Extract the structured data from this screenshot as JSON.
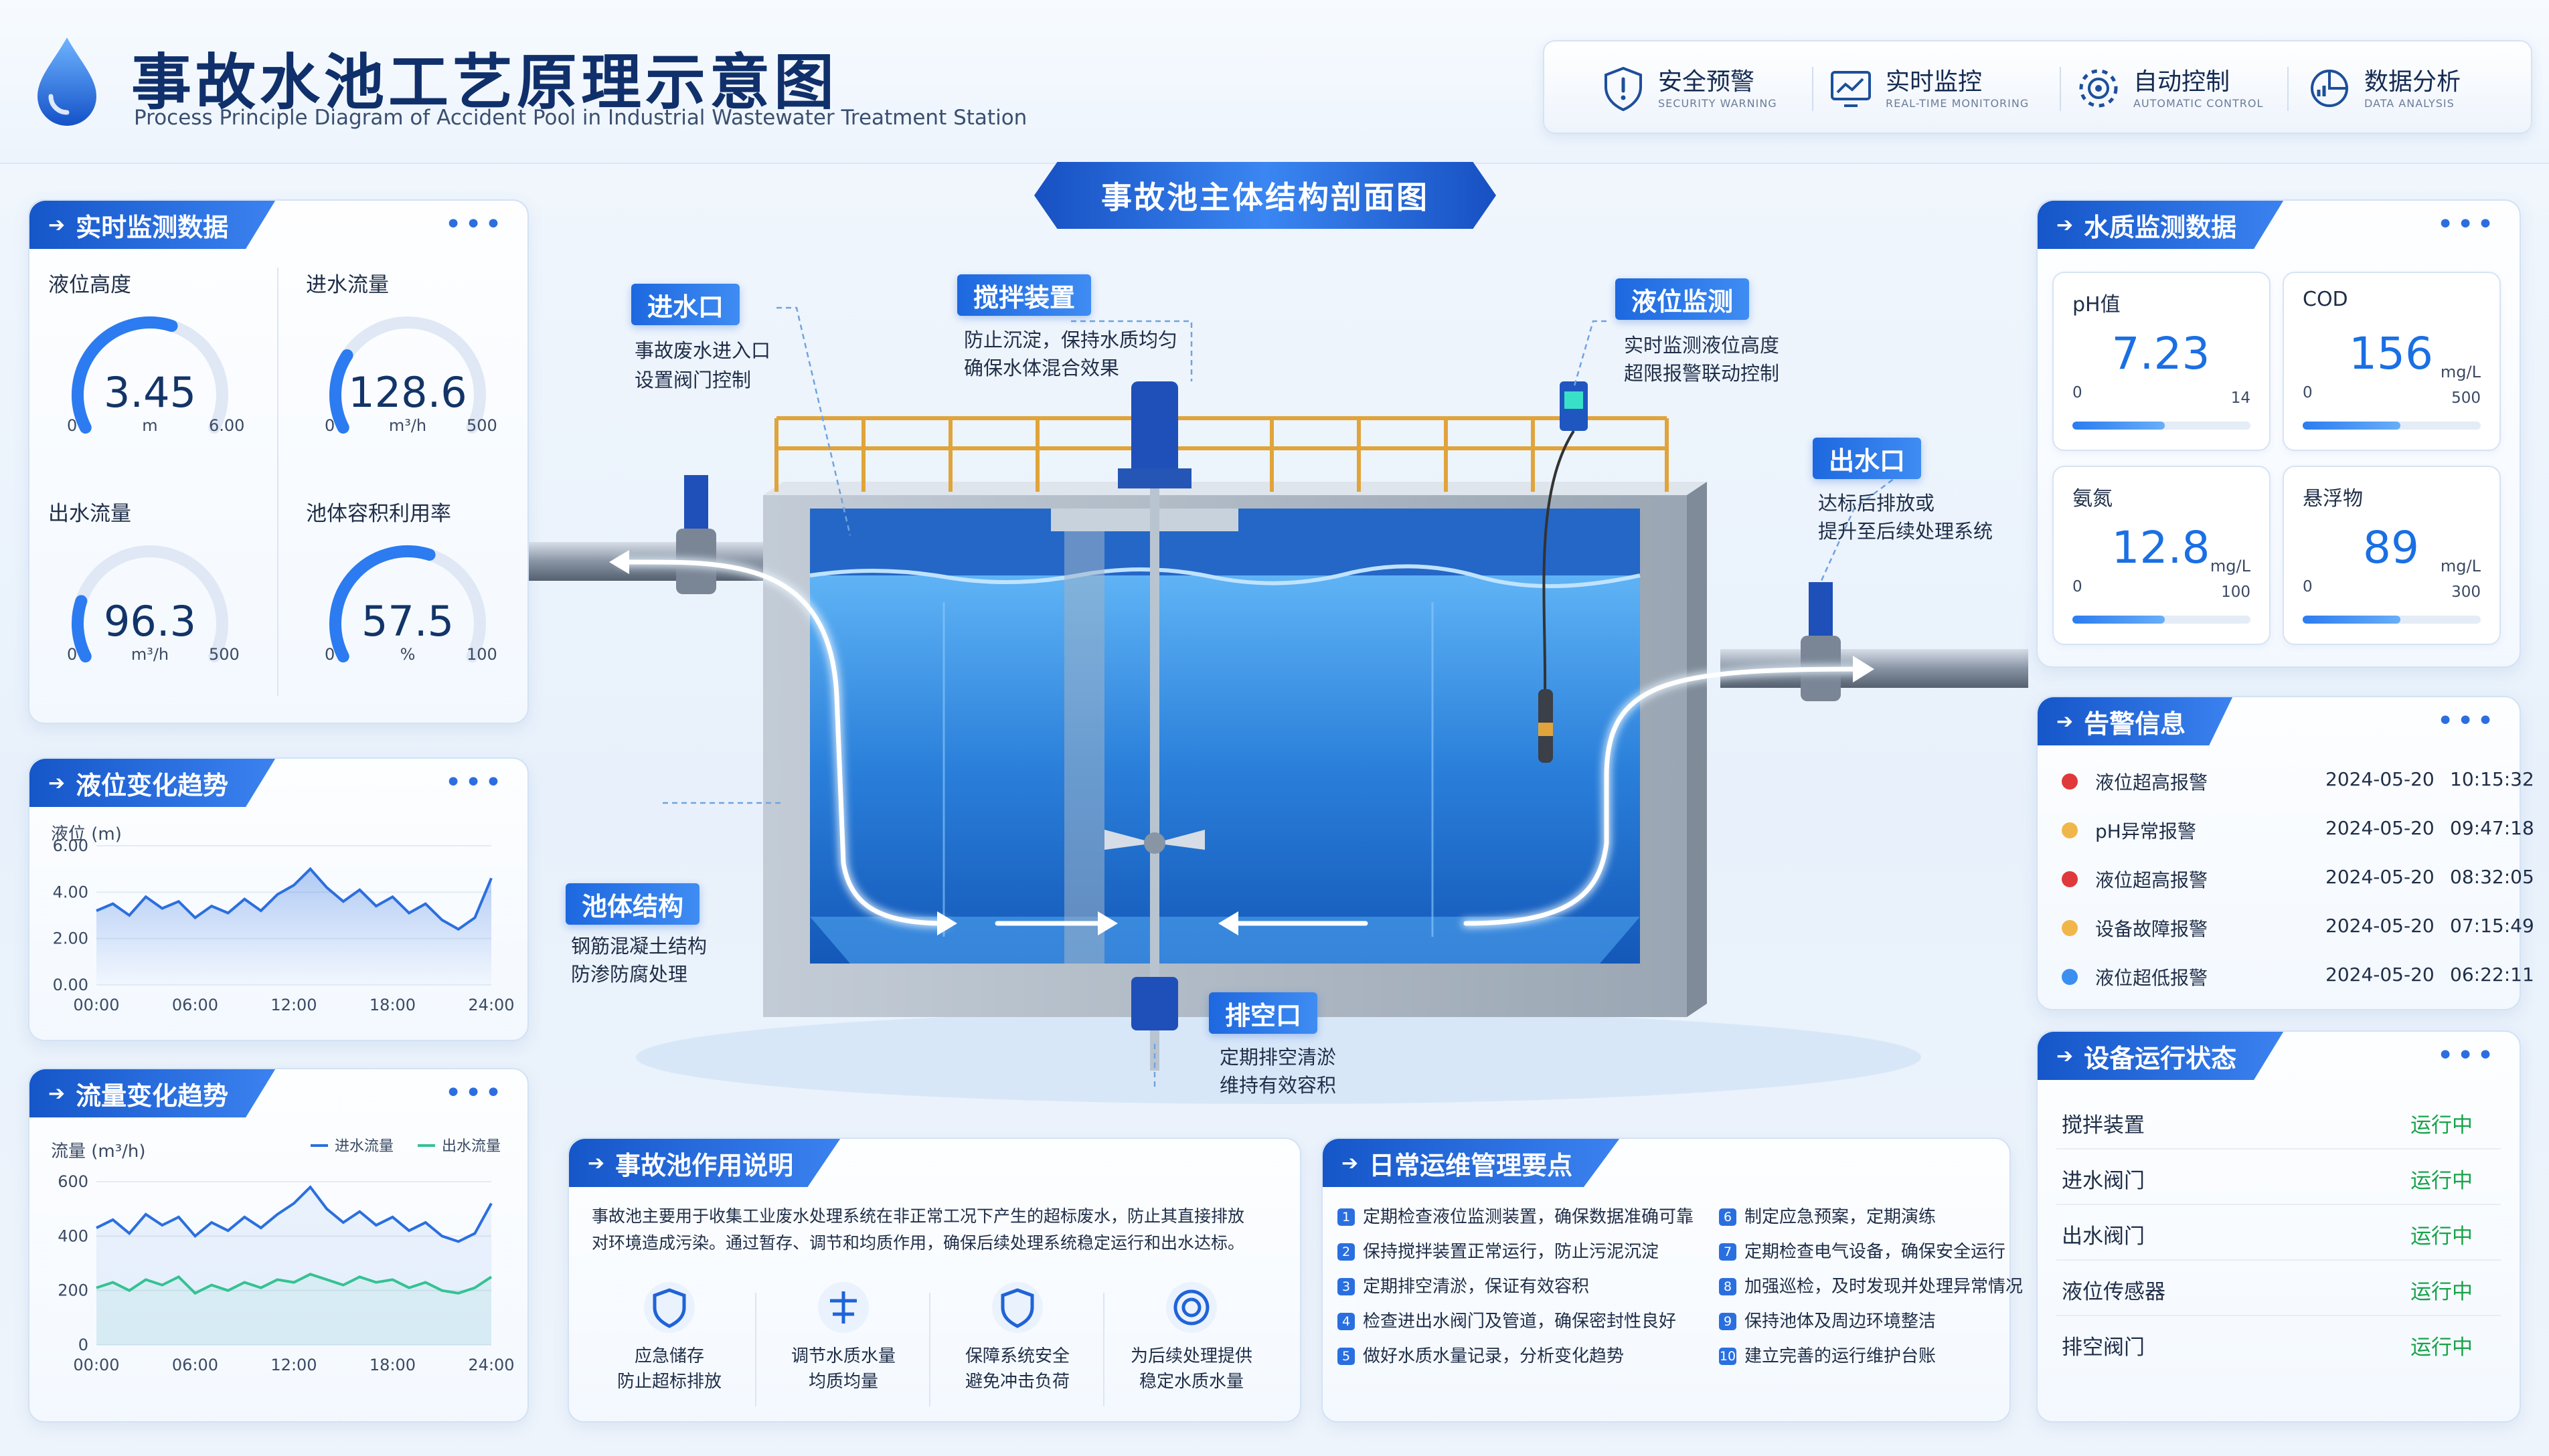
{
  "header": {
    "title": "事故水池工艺原理示意图",
    "subtitle": "Process Principle Diagram of Accident Pool in Industrial Wastewater Treatment Station",
    "nav": [
      {
        "cn": "安全预警",
        "en": "SECURITY WARNING",
        "icon": "shield-alert-icon"
      },
      {
        "cn": "实时监控",
        "en": "REAL-TIME MONITORING",
        "icon": "monitor-chart-icon"
      },
      {
        "cn": "自动控制",
        "en": "AUTOMATIC CONTROL",
        "icon": "gear-control-icon"
      },
      {
        "cn": "数据分析",
        "en": "DATA ANALYSIS",
        "icon": "analysis-chart-icon"
      }
    ]
  },
  "diagram": {
    "title": "事故池主体结构剖面图",
    "callouts": {
      "inlet": {
        "tag": "进水口",
        "line1": "事故废水进入口",
        "line2": "设置阀门控制"
      },
      "mixer": {
        "tag": "搅拌装置",
        "line1": "防止沉淀，保持水质均匀",
        "line2": "确保水体混合效果"
      },
      "level": {
        "tag": "液位监测",
        "line1": "实时监测液位高度",
        "line2": "超限报警联动控制"
      },
      "outlet": {
        "tag": "出水口",
        "line1": "达标后排放或",
        "line2": "提升至后续处理系统"
      },
      "body": {
        "tag": "池体结构",
        "line1": "钢筋混凝土结构",
        "line2": "防渗防腐处理"
      },
      "drain": {
        "tag": "排空口",
        "line1": "定期排空清淤",
        "line2": "维持有效容积"
      }
    }
  },
  "realtime": {
    "title": "实时监测数据",
    "gauges": [
      {
        "label": "液位高度",
        "value": "3.45",
        "unit": "m",
        "min": "0",
        "max": "6.00",
        "fraction": 0.575
      },
      {
        "label": "进水流量",
        "value": "128.6",
        "unit": "m³/h",
        "min": "0",
        "max": "500",
        "fraction": 0.257
      },
      {
        "label": "出水流量",
        "value": "96.3",
        "unit": "m³/h",
        "min": "0",
        "max": "500",
        "fraction": 0.193
      },
      {
        "label": "池体容积利用率",
        "value": "57.5",
        "unit": "%",
        "min": "0",
        "max": "100",
        "fraction": 0.575
      }
    ]
  },
  "level_trend": {
    "title": "液位变化趋势",
    "chart_data": {
      "type": "area",
      "ylabel": "液位 (m)",
      "yticks": [
        "6.00",
        "4.00",
        "2.00",
        "0.00"
      ],
      "xticks": [
        "00:00",
        "06:00",
        "12:00",
        "18:00",
        "24:00"
      ],
      "ylim": [
        0,
        6
      ],
      "x": [
        0,
        1,
        2,
        3,
        4,
        5,
        6,
        7,
        8,
        9,
        10,
        11,
        12,
        13,
        14,
        15,
        16,
        17,
        18,
        19,
        20,
        21,
        22,
        23,
        24
      ],
      "values": [
        3.2,
        3.5,
        3.0,
        3.8,
        3.3,
        3.6,
        2.9,
        3.4,
        3.1,
        3.7,
        3.2,
        3.9,
        4.3,
        5.0,
        4.2,
        3.6,
        4.1,
        3.4,
        3.8,
        3.1,
        3.5,
        2.8,
        2.4,
        2.9,
        4.6
      ]
    }
  },
  "flow_trend": {
    "title": "流量变化趋势",
    "chart_data": {
      "type": "line",
      "ylabel": "流量 (m³/h)",
      "yticks": [
        "600",
        "400",
        "200",
        "0"
      ],
      "xticks": [
        "00:00",
        "06:00",
        "12:00",
        "18:00",
        "24:00"
      ],
      "ylim": [
        0,
        600
      ],
      "x": [
        0,
        1,
        2,
        3,
        4,
        5,
        6,
        7,
        8,
        9,
        10,
        11,
        12,
        13,
        14,
        15,
        16,
        17,
        18,
        19,
        20,
        21,
        22,
        23,
        24
      ],
      "series": [
        {
          "name": "进水流量",
          "color": "#2b6fdf",
          "values": [
            430,
            460,
            410,
            480,
            440,
            470,
            400,
            450,
            420,
            470,
            430,
            480,
            520,
            580,
            500,
            450,
            490,
            440,
            470,
            420,
            450,
            400,
            380,
            410,
            520
          ]
        },
        {
          "name": "出水流量",
          "color": "#35c293",
          "values": [
            210,
            230,
            200,
            240,
            220,
            250,
            190,
            220,
            200,
            230,
            210,
            240,
            230,
            260,
            240,
            220,
            250,
            230,
            240,
            210,
            230,
            200,
            190,
            210,
            250
          ]
        }
      ]
    }
  },
  "description": {
    "title": "事故池作用说明",
    "text1": "事故池主要用于收集工业废水处理系统在非正常工况下产生的超标废水，防止其直接排放",
    "text2": "对环境造成污染。通过暂存、调节和均质作用，确保后续处理系统稳定运行和出水达标。",
    "features": [
      {
        "l1": "应急储存",
        "l2": "防止超标排放",
        "icon": "storage-icon"
      },
      {
        "l1": "调节水质水量",
        "l2": "均质均量",
        "icon": "adjust-icon"
      },
      {
        "l1": "保障系统安全",
        "l2": "避免冲击负荷",
        "icon": "shield-icon"
      },
      {
        "l1": "为后续处理提供",
        "l2": "稳定水质水量",
        "icon": "process-icon"
      }
    ]
  },
  "maintenance": {
    "title": "日常运维管理要点",
    "items": [
      {
        "n": "1",
        "t": "定期检查液位监测装置，确保数据准确可靠"
      },
      {
        "n": "2",
        "t": "保持搅拌装置正常运行，防止污泥沉淀"
      },
      {
        "n": "3",
        "t": "定期排空清淤，保证有效容积"
      },
      {
        "n": "4",
        "t": "检查进出水阀门及管道，确保密封性良好"
      },
      {
        "n": "5",
        "t": "做好水质水量记录，分析变化趋势"
      },
      {
        "n": "6",
        "t": "制定应急预案，定期演练"
      },
      {
        "n": "7",
        "t": "定期检查电气设备，确保安全运行"
      },
      {
        "n": "8",
        "t": "加强巡检，及时发现并处理异常情况"
      },
      {
        "n": "9",
        "t": "保持池体及周边环境整洁"
      },
      {
        "n": "10",
        "t": "建立完善的运行维护台账"
      }
    ]
  },
  "water_quality": {
    "title": "水质监测数据",
    "cards": [
      {
        "name": "pH值",
        "value": "7.23",
        "unit": "",
        "min": "0",
        "max": "14",
        "fraction": 0.52
      },
      {
        "name": "COD",
        "value": "156",
        "unit": "mg/L",
        "min": "0",
        "max": "500",
        "fraction": 0.55
      },
      {
        "name": "氨氮",
        "value": "12.8",
        "unit": "mg/L",
        "min": "0",
        "max": "100",
        "fraction": 0.52
      },
      {
        "name": "悬浮物",
        "value": "89",
        "unit": "mg/L",
        "min": "0",
        "max": "300",
        "fraction": 0.55
      }
    ]
  },
  "alarms": {
    "title": "告警信息",
    "items": [
      {
        "text": "液位超高报警",
        "date": "2024-05-20",
        "time": "10:15:32",
        "color": "#e0393b"
      },
      {
        "text": "pH异常报警",
        "date": "2024-05-20",
        "time": "09:47:18",
        "color": "#f1b64a"
      },
      {
        "text": "液位超高报警",
        "date": "2024-05-20",
        "time": "08:32:05",
        "color": "#e0393b"
      },
      {
        "text": "设备故障报警",
        "date": "2024-05-20",
        "time": "07:15:49",
        "color": "#f1b64a"
      },
      {
        "text": "液位超低报警",
        "date": "2024-05-20",
        "time": "06:22:11",
        "color": "#3b8ff0"
      }
    ]
  },
  "devices": {
    "title": "设备运行状态",
    "items": [
      {
        "name": "搅拌装置",
        "status": "运行中"
      },
      {
        "name": "进水阀门",
        "status": "运行中"
      },
      {
        "name": "出水阀门",
        "status": "运行中"
      },
      {
        "name": "液位传感器",
        "status": "运行中"
      },
      {
        "name": "排空阀门",
        "status": "运行中"
      }
    ]
  }
}
